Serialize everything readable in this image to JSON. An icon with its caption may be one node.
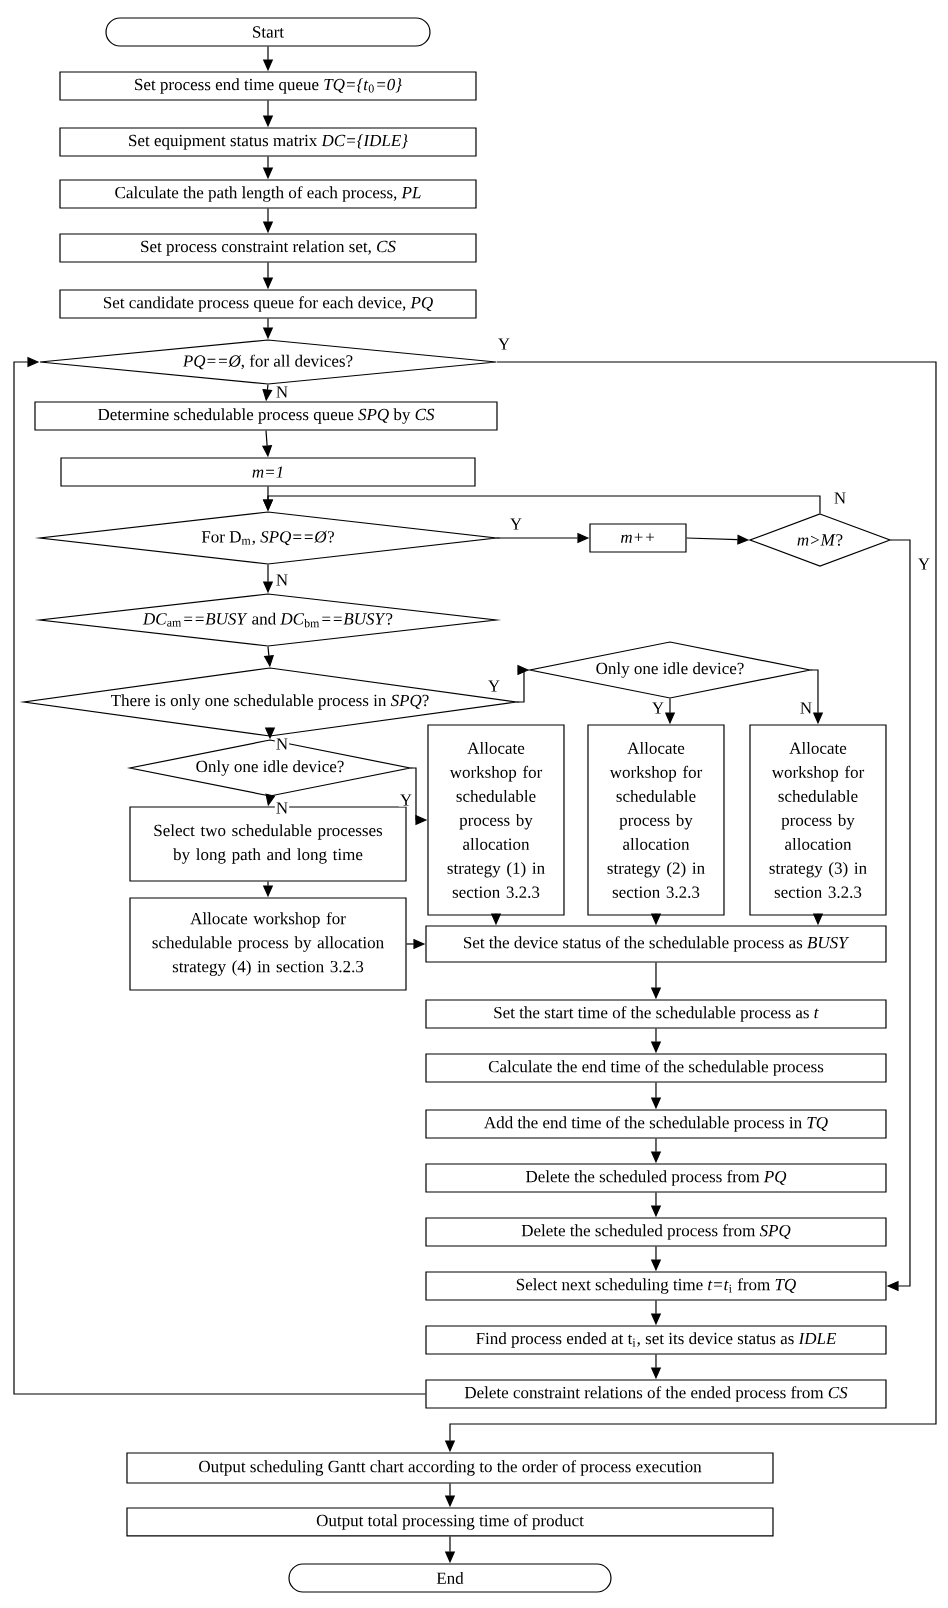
{
  "diagram": {
    "nodes": [
      {
        "text": [
          "Start"
        ]
      },
      {
        "text": [
          "Set process end time queue *TQ={t*$_{0}$*=0}*"
        ]
      },
      {
        "text": [
          "Set equipment status matrix *DC={IDLE}*"
        ]
      },
      {
        "text": [
          "Calculate the path length of each process, *PL*"
        ]
      },
      {
        "text": [
          "Set process constraint relation set, *CS*"
        ]
      },
      {
        "text": [
          "Set candidate process queue for each device, *PQ*"
        ]
      },
      {
        "text": [
          "*PQ==Ø*, for all devices?"
        ]
      },
      {
        "text": [
          "Determine schedulable process queue *SPQ* by *CS*"
        ]
      },
      {
        "text": [
          "m=1"
        ]
      },
      {
        "text": [
          "For D$_{m}$, *SPQ==Ø*?"
        ]
      },
      {
        "text": [
          "m++"
        ]
      },
      {
        "text": [
          "*m>M*?"
        ]
      },
      {
        "text": [
          "*DC*$_{am}$*==BUSY* and *DC*$_{bm}$*==BUSY*?"
        ]
      },
      {
        "text": [
          "There is only one schedulable process in *SPQ*?"
        ]
      },
      {
        "text": [
          "Only one idle device?"
        ]
      },
      {
        "text": [
          "Only one idle device?"
        ]
      },
      {
        "text": [
          "Allocate workshop for schedulable process by allocation strategy (1) in section 3.2.3"
        ]
      },
      {
        "text": [
          "Allocate workshop for schedulable process by allocation strategy (2) in section 3.2.3"
        ]
      },
      {
        "text": [
          "Allocate workshop for schedulable process by allocation strategy (3) in section 3.2.3"
        ]
      },
      {
        "text": [
          "Select two schedulable processes by long path and long time"
        ]
      },
      {
        "text": [
          "Allocate workshop for schedulable process by allocation strategy (4) in section 3.2.3"
        ]
      },
      {
        "text": [
          "Set the device status of the schedulable process as *BUSY*"
        ]
      },
      {
        "text": [
          "Set the start time of the schedulable process as *t*"
        ]
      },
      {
        "text": [
          "Calculate the end time of the schedulable process"
        ]
      },
      {
        "text": [
          "Add the end time of the schedulable process in *TQ*"
        ]
      },
      {
        "text": [
          "Delete the scheduled process from *PQ*"
        ]
      },
      {
        "text": [
          "Delete the scheduled process from *SPQ*"
        ]
      },
      {
        "text": [
          "Select next scheduling time *t=t*$_{i}$ from *TQ*"
        ]
      },
      {
        "text": [
          "Find process ended at t$_{i}$, set its device status as *IDLE*"
        ]
      },
      {
        "text": [
          "Delete constraint relations of the ended process from *CS*"
        ]
      },
      {
        "text": [
          "Output scheduling Gantt chart according to the order of process execution"
        ]
      },
      {
        "text": [
          "Output total processing time of product"
        ]
      },
      {
        "text": [
          "End"
        ]
      }
    ],
    "edges": [
      {
        "from": 0,
        "to": 1,
        "arrow": "to"
      },
      {
        "from": 1,
        "to": 2,
        "arrow": "to"
      },
      {
        "from": 2,
        "to": 3,
        "arrow": "to"
      },
      {
        "from": 3,
        "to": 4,
        "arrow": "to"
      },
      {
        "from": 4,
        "to": 5,
        "arrow": "to"
      },
      {
        "from": 5,
        "to": 6,
        "arrow": "to"
      },
      {
        "from": 6,
        "to": 7,
        "arrow": "to",
        "label": "N"
      },
      {
        "from": 6,
        "to": 30,
        "arrow": "to",
        "label": "Y"
      },
      {
        "from": 7,
        "to": 8,
        "arrow": "to"
      },
      {
        "from": 8,
        "to": 9,
        "arrow": "to"
      },
      {
        "from": 9,
        "to": 10,
        "arrow": "to",
        "label": "Y"
      },
      {
        "from": 10,
        "to": 11,
        "arrow": "to"
      },
      {
        "from": 11,
        "to": 9,
        "arrow": "to",
        "label": "N"
      },
      {
        "from": 11,
        "to": 27,
        "arrow": "to",
        "label": "Y"
      },
      {
        "from": 9,
        "to": 12,
        "arrow": "to",
        "label": "N"
      },
      {
        "from": 12,
        "to": 13,
        "arrow": "to"
      },
      {
        "from": 13,
        "to": 14,
        "arrow": "to",
        "label": "Y"
      },
      {
        "from": 14,
        "to": 17,
        "arrow": "to",
        "label": "Y"
      },
      {
        "from": 14,
        "to": 18,
        "arrow": "to",
        "label": "N"
      },
      {
        "from": 13,
        "to": 15,
        "arrow": "to",
        "label": "N"
      },
      {
        "from": 15,
        "to": 16,
        "arrow": "to",
        "label": "Y"
      },
      {
        "from": 15,
        "to": 19,
        "arrow": "to",
        "label": "N"
      },
      {
        "from": 19,
        "to": 20,
        "arrow": "to"
      },
      {
        "from": 20,
        "to": 21,
        "arrow": "to"
      },
      {
        "from": 16,
        "to": 21,
        "arrow": "to"
      },
      {
        "from": 17,
        "to": 21,
        "arrow": "to"
      },
      {
        "from": 18,
        "to": 21,
        "arrow": "to"
      },
      {
        "from": 21,
        "to": 22,
        "arrow": "to"
      },
      {
        "from": 22,
        "to": 23,
        "arrow": "to"
      },
      {
        "from": 23,
        "to": 24,
        "arrow": "to"
      },
      {
        "from": 24,
        "to": 25,
        "arrow": "to"
      },
      {
        "from": 25,
        "to": 26,
        "arrow": "to"
      },
      {
        "from": 26,
        "to": 27,
        "arrow": "to"
      },
      {
        "from": 27,
        "to": 28,
        "arrow": "to"
      },
      {
        "from": 28,
        "to": 29,
        "arrow": "to"
      },
      {
        "from": 29,
        "to": 6,
        "arrow": "to"
      },
      {
        "from": 30,
        "to": 31,
        "arrow": "to"
      },
      {
        "from": 31,
        "to": 32,
        "arrow": "to"
      }
    ]
  }
}
